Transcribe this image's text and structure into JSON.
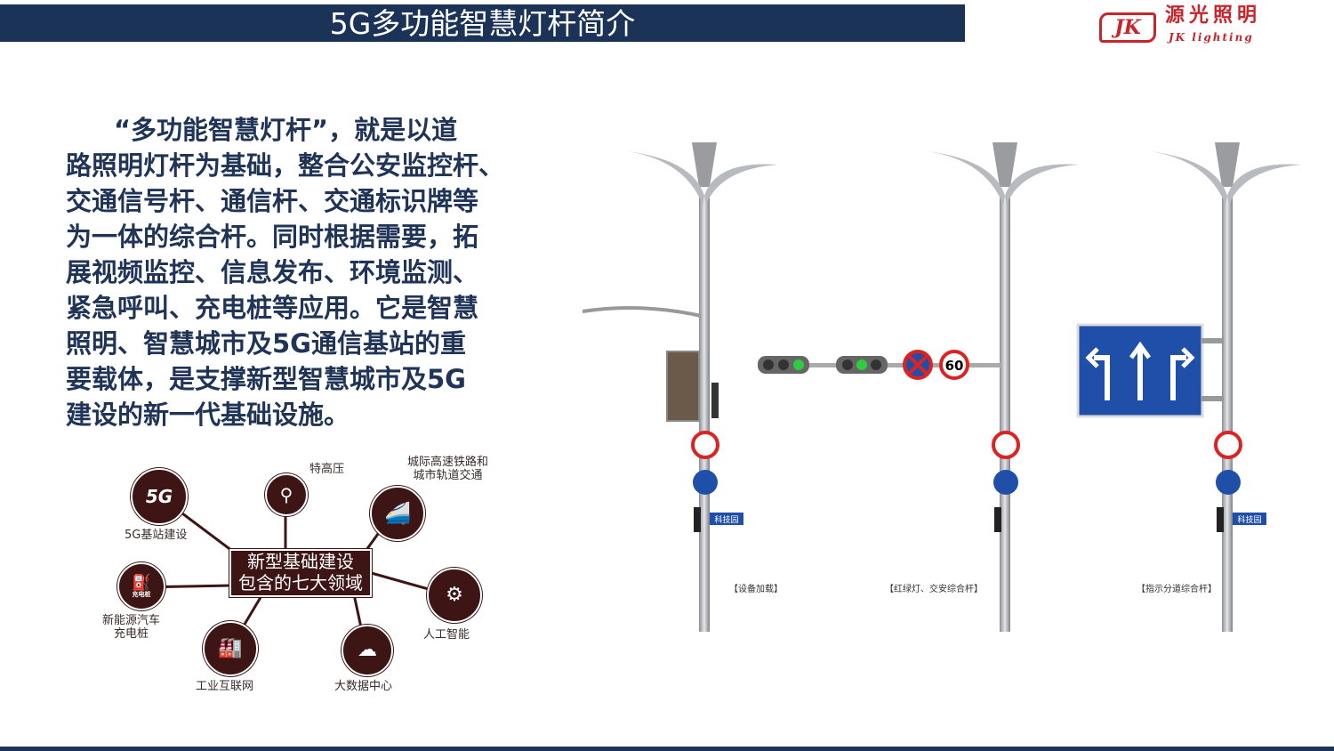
{
  "header": {
    "title": "5G多功能智慧灯杆简介"
  },
  "logo": {
    "mark": "JK",
    "cn": "源光照明",
    "en": "JK lighting",
    "color": "#c8242c"
  },
  "intro": {
    "lines": [
      "“多功能智慧灯杆”，就是以道",
      "路照明灯杆为基础，整合公安监控杆、",
      "交通信号杆、通信杆、交通标识牌等",
      "为一体的综合杆。同时根据需要，拓",
      "展视频监控、信息发布、环境监测、",
      "紧急呼叫、充电桩等应用。它是智慧",
      "照明、智慧城市及5G通信基站的重",
      "要载体，是支撑新型智慧城市及5G",
      "建设的新一代基础设施。"
    ]
  },
  "diagram": {
    "center_lines": [
      "新型基础建设",
      "包含的七大领域"
    ],
    "nodes": [
      {
        "label": "5G基站建设",
        "icon": "5G"
      },
      {
        "label": "特高压",
        "icon": "tower-icon"
      },
      {
        "label": "城际高速铁路和城市轨道交通",
        "label_lines": [
          "城际高速铁路和",
          "城市轨道交通"
        ],
        "icon": "train-icon"
      },
      {
        "label": "新能源汽车充电桩",
        "label_lines": [
          "新能源汽车",
          "充电桩"
        ],
        "icon": "charger-icon",
        "icon_text": "充电桩"
      },
      {
        "label": "工业互联网",
        "icon": "factory-icon"
      },
      {
        "label": "大数据中心",
        "icon": "cloud-server-icon"
      },
      {
        "label": "人工智能",
        "icon": "ai-head-icon"
      }
    ],
    "color": "#3d1515"
  },
  "poles": {
    "captions": [
      "【设备加载】",
      "【红绿灯、交安综合杆】",
      "【指示分道综合杆】"
    ],
    "speed_limit": "60",
    "street_sign": "科技园",
    "sign_blue": "#1f4fa8"
  },
  "colors": {
    "navy": "#1c3358",
    "text": "#1f3456"
  }
}
